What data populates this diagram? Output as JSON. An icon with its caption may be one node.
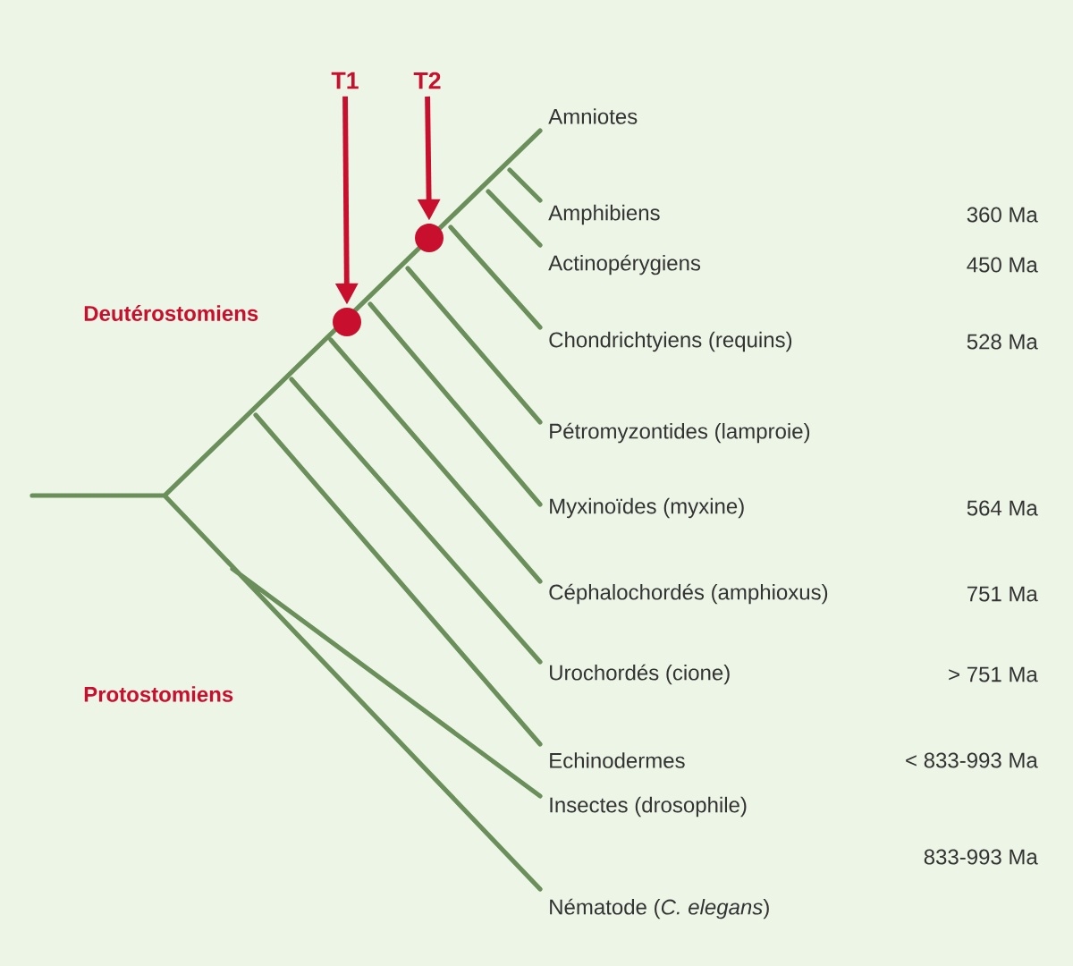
{
  "diagram": {
    "nodes": [
      {
        "text": [
          "T1"
        ]
      },
      {
        "text": [
          "T2"
        ]
      },
      {
        "text": [],
        "shape": "circle"
      },
      {
        "text": [],
        "shape": "circle"
      }
    ],
    "edges": [
      {
        "from": 0,
        "to": 2,
        "arrow": "to"
      },
      {
        "from": 1,
        "to": 3,
        "arrow": "to"
      }
    ],
    "labels": [
      "Amniotes",
      "Amphibiens",
      "360 Ma",
      "Actinopérygiens",
      "450 Ma",
      "Deutérostomiens",
      "Chondrichtyiens (requins)",
      "528 Ma",
      "Pétromyzontides (lamproie)",
      "Myxinoïdes (myxine)",
      "564 Ma",
      "Céphalochordés (amphioxus)",
      "751 Ma",
      "Urochordés (cione)",
      "> 751 Ma",
      "Protostomiens",
      "Echinodermes",
      "< 833-993 Ma",
      "Insectes (drosophile)",
      "833-993 Ma",
      "Nématode (*C. elegans*)"
    ]
  }
}
